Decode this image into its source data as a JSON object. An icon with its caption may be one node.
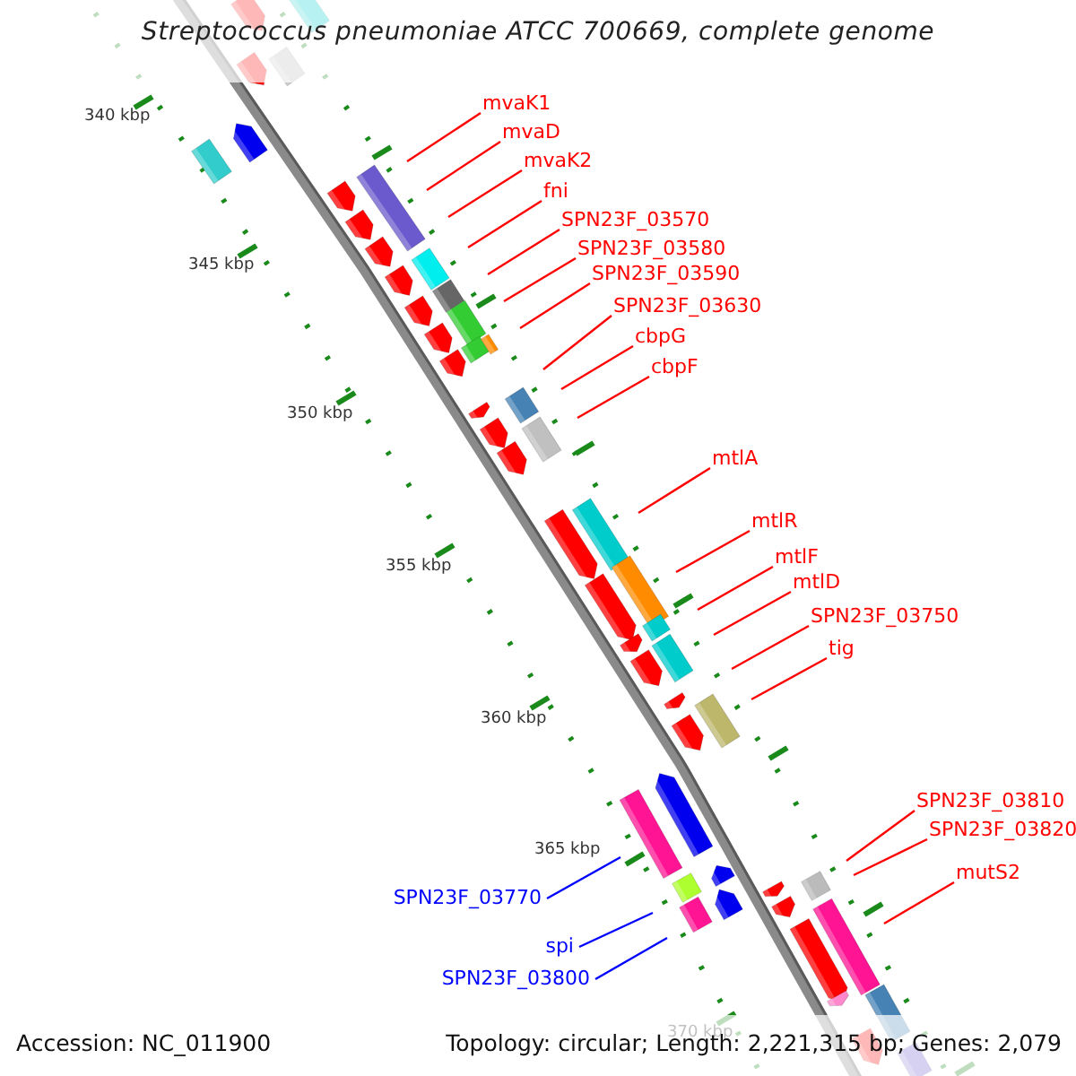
{
  "diagram": {
    "title": "Streptococcus pneumoniae ATCC 700669, complete genome",
    "nodes": [
      {
        "text": [
          "mvaK1"
        ]
      },
      {
        "text": [
          "mvaD"
        ]
      },
      {
        "text": [
          "mvaK2"
        ]
      },
      {
        "text": [
          "fni"
        ]
      },
      {
        "text": [
          "SPN23F_03570"
        ]
      },
      {
        "text": [
          "SPN23F_03580"
        ]
      },
      {
        "text": [
          "SPN23F_03590"
        ]
      },
      {
        "text": [
          "SPN23F_03630"
        ]
      },
      {
        "text": [
          "cbpG"
        ]
      },
      {
        "text": [
          "cbpF"
        ]
      },
      {
        "text": [
          "mtlA"
        ]
      },
      {
        "text": [
          "mtlR"
        ]
      },
      {
        "text": [
          "mtlF"
        ]
      },
      {
        "text": [
          "mtlD"
        ]
      },
      {
        "text": [
          "SPN23F_03750"
        ]
      },
      {
        "text": [
          "tig"
        ]
      },
      {
        "text": [
          "SPN23F_03810"
        ]
      },
      {
        "text": [
          "SPN23F_03820"
        ]
      },
      {
        "text": [
          "mutS2"
        ]
      },
      {
        "text": [
          "SPN23F_03770"
        ]
      },
      {
        "text": [
          "spi"
        ]
      },
      {
        "text": [
          "SPN23F_03800"
        ]
      }
    ],
    "edges": [
      {
        "from": 0,
        "to": null,
        "arrow": "none"
      },
      {
        "from": 1,
        "to": null,
        "arrow": "none"
      },
      {
        "from": 2,
        "to": null,
        "arrow": "none"
      },
      {
        "from": 3,
        "to": null,
        "arrow": "none"
      },
      {
        "from": 4,
        "to": null,
        "arrow": "none"
      },
      {
        "from": 5,
        "to": null,
        "arrow": "none"
      },
      {
        "from": 6,
        "to": null,
        "arrow": "none"
      },
      {
        "from": 7,
        "to": null,
        "arrow": "none"
      },
      {
        "from": 8,
        "to": null,
        "arrow": "none"
      },
      {
        "from": 9,
        "to": null,
        "arrow": "none"
      },
      {
        "from": 10,
        "to": null,
        "arrow": "none"
      },
      {
        "from": 11,
        "to": null,
        "arrow": "none"
      },
      {
        "from": 12,
        "to": null,
        "arrow": "none"
      },
      {
        "from": 13,
        "to": null,
        "arrow": "none"
      },
      {
        "from": 14,
        "to": null,
        "arrow": "none"
      },
      {
        "from": 15,
        "to": null,
        "arrow": "none"
      },
      {
        "from": 16,
        "to": null,
        "arrow": "none"
      },
      {
        "from": 17,
        "to": null,
        "arrow": "none"
      },
      {
        "from": 18,
        "to": null,
        "arrow": "none"
      },
      {
        "from": 19,
        "to": null,
        "arrow": "none",
        "color": "#0000ff"
      },
      {
        "from": 20,
        "to": null,
        "arrow": "none",
        "color": "#0000ff"
      },
      {
        "from": 21,
        "to": null,
        "arrow": "none",
        "color": "#0000ff"
      }
    ],
    "labels": [
      "340 kbp",
      "345 kbp",
      "350 kbp",
      "355 kbp",
      "360 kbp",
      "365 kbp",
      "370 kbp",
      "Accession: NC_011900",
      "Topology: circular; Length: 2,221,315 bp; Genes: 2,079"
    ]
  }
}
